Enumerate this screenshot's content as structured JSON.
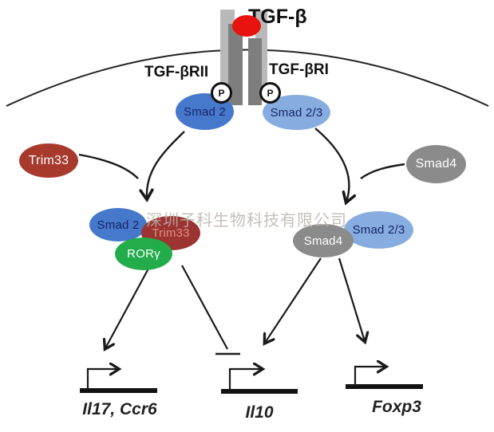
{
  "watermark": "深圳子科生物科技有限公司",
  "ligand": {
    "label": "TGF-β",
    "color": "#e8120e"
  },
  "receptors": {
    "left_label": "TGF-βRII",
    "right_label": "TGF-βRI",
    "phospho_left": "P",
    "phospho_right": "P",
    "bar_light_color": "#b9b9b9",
    "bar_dark_color": "#7e7e7e"
  },
  "nodes": {
    "smad2_top": {
      "label": "Smad 2",
      "bg": "#4678cb",
      "fg": "#19246a"
    },
    "smad23_top": {
      "label": "Smad 2/3",
      "bg": "#87ade0",
      "fg": "#19246a"
    },
    "trim33_free": {
      "label": "Trim33",
      "bg": "#a83a2d",
      "fg": "#ffffff"
    },
    "smad4_free": {
      "label": "Smad4",
      "bg": "#8b8b8b",
      "fg": "#ffffff"
    },
    "smad2_complex": {
      "label": "Smad 2",
      "bg": "#4678cb",
      "fg": "#19246a"
    },
    "trim33_complex": {
      "label": "Trim33",
      "bg": "#9c3432",
      "fg": "#de8e86"
    },
    "rorgamma_complex": {
      "label": "RORγ",
      "bg": "#22ac4a",
      "fg": "#ffffff"
    },
    "smad4_complex": {
      "label": "Smad4",
      "bg": "#8b8b8b",
      "fg": "#ffffff"
    },
    "smad23_complex": {
      "label": "Smad 2/3",
      "bg": "#87ade0",
      "fg": "#19246a"
    }
  },
  "genes": {
    "left": "Il17, Ccr6",
    "middle": "Il10",
    "right": "Foxp3"
  },
  "edges": [
    {
      "from": "Smad 2",
      "to": "Smad2-Trim33-RORγ complex",
      "type": "activation"
    },
    {
      "from": "Trim33",
      "to": "Smad2-Trim33-RORγ complex",
      "type": "recruitment"
    },
    {
      "from": "Smad 2/3",
      "to": "Smad4-Smad2/3 complex",
      "type": "activation"
    },
    {
      "from": "Smad4",
      "to": "Smad4-Smad2/3 complex",
      "type": "recruitment"
    },
    {
      "from": "Smad2-Trim33-RORγ complex",
      "to": "Il17, Ccr6",
      "type": "activation"
    },
    {
      "from": "Smad2-Trim33-RORγ complex",
      "to": "Il10",
      "type": "inhibition"
    },
    {
      "from": "Smad4-Smad2/3 complex",
      "to": "Il10",
      "type": "activation"
    },
    {
      "from": "Smad4-Smad2/3 complex",
      "to": "Foxp3",
      "type": "activation"
    }
  ]
}
